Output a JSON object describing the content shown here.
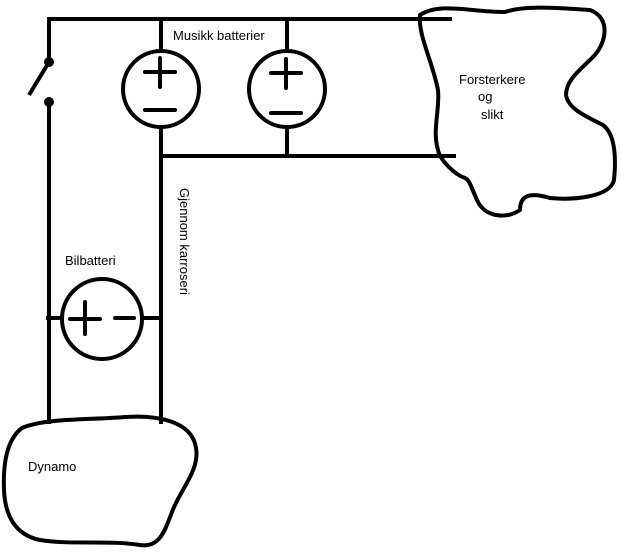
{
  "labels": {
    "music_batteries": "Musikk batterier",
    "amplifier_line1": "Forsterkere",
    "amplifier_line2": "og",
    "amplifier_line3": "slikt",
    "car_battery": "Bilbatteri",
    "through_body": "Gjennom karroseri",
    "dynamo": "Dynamo"
  }
}
